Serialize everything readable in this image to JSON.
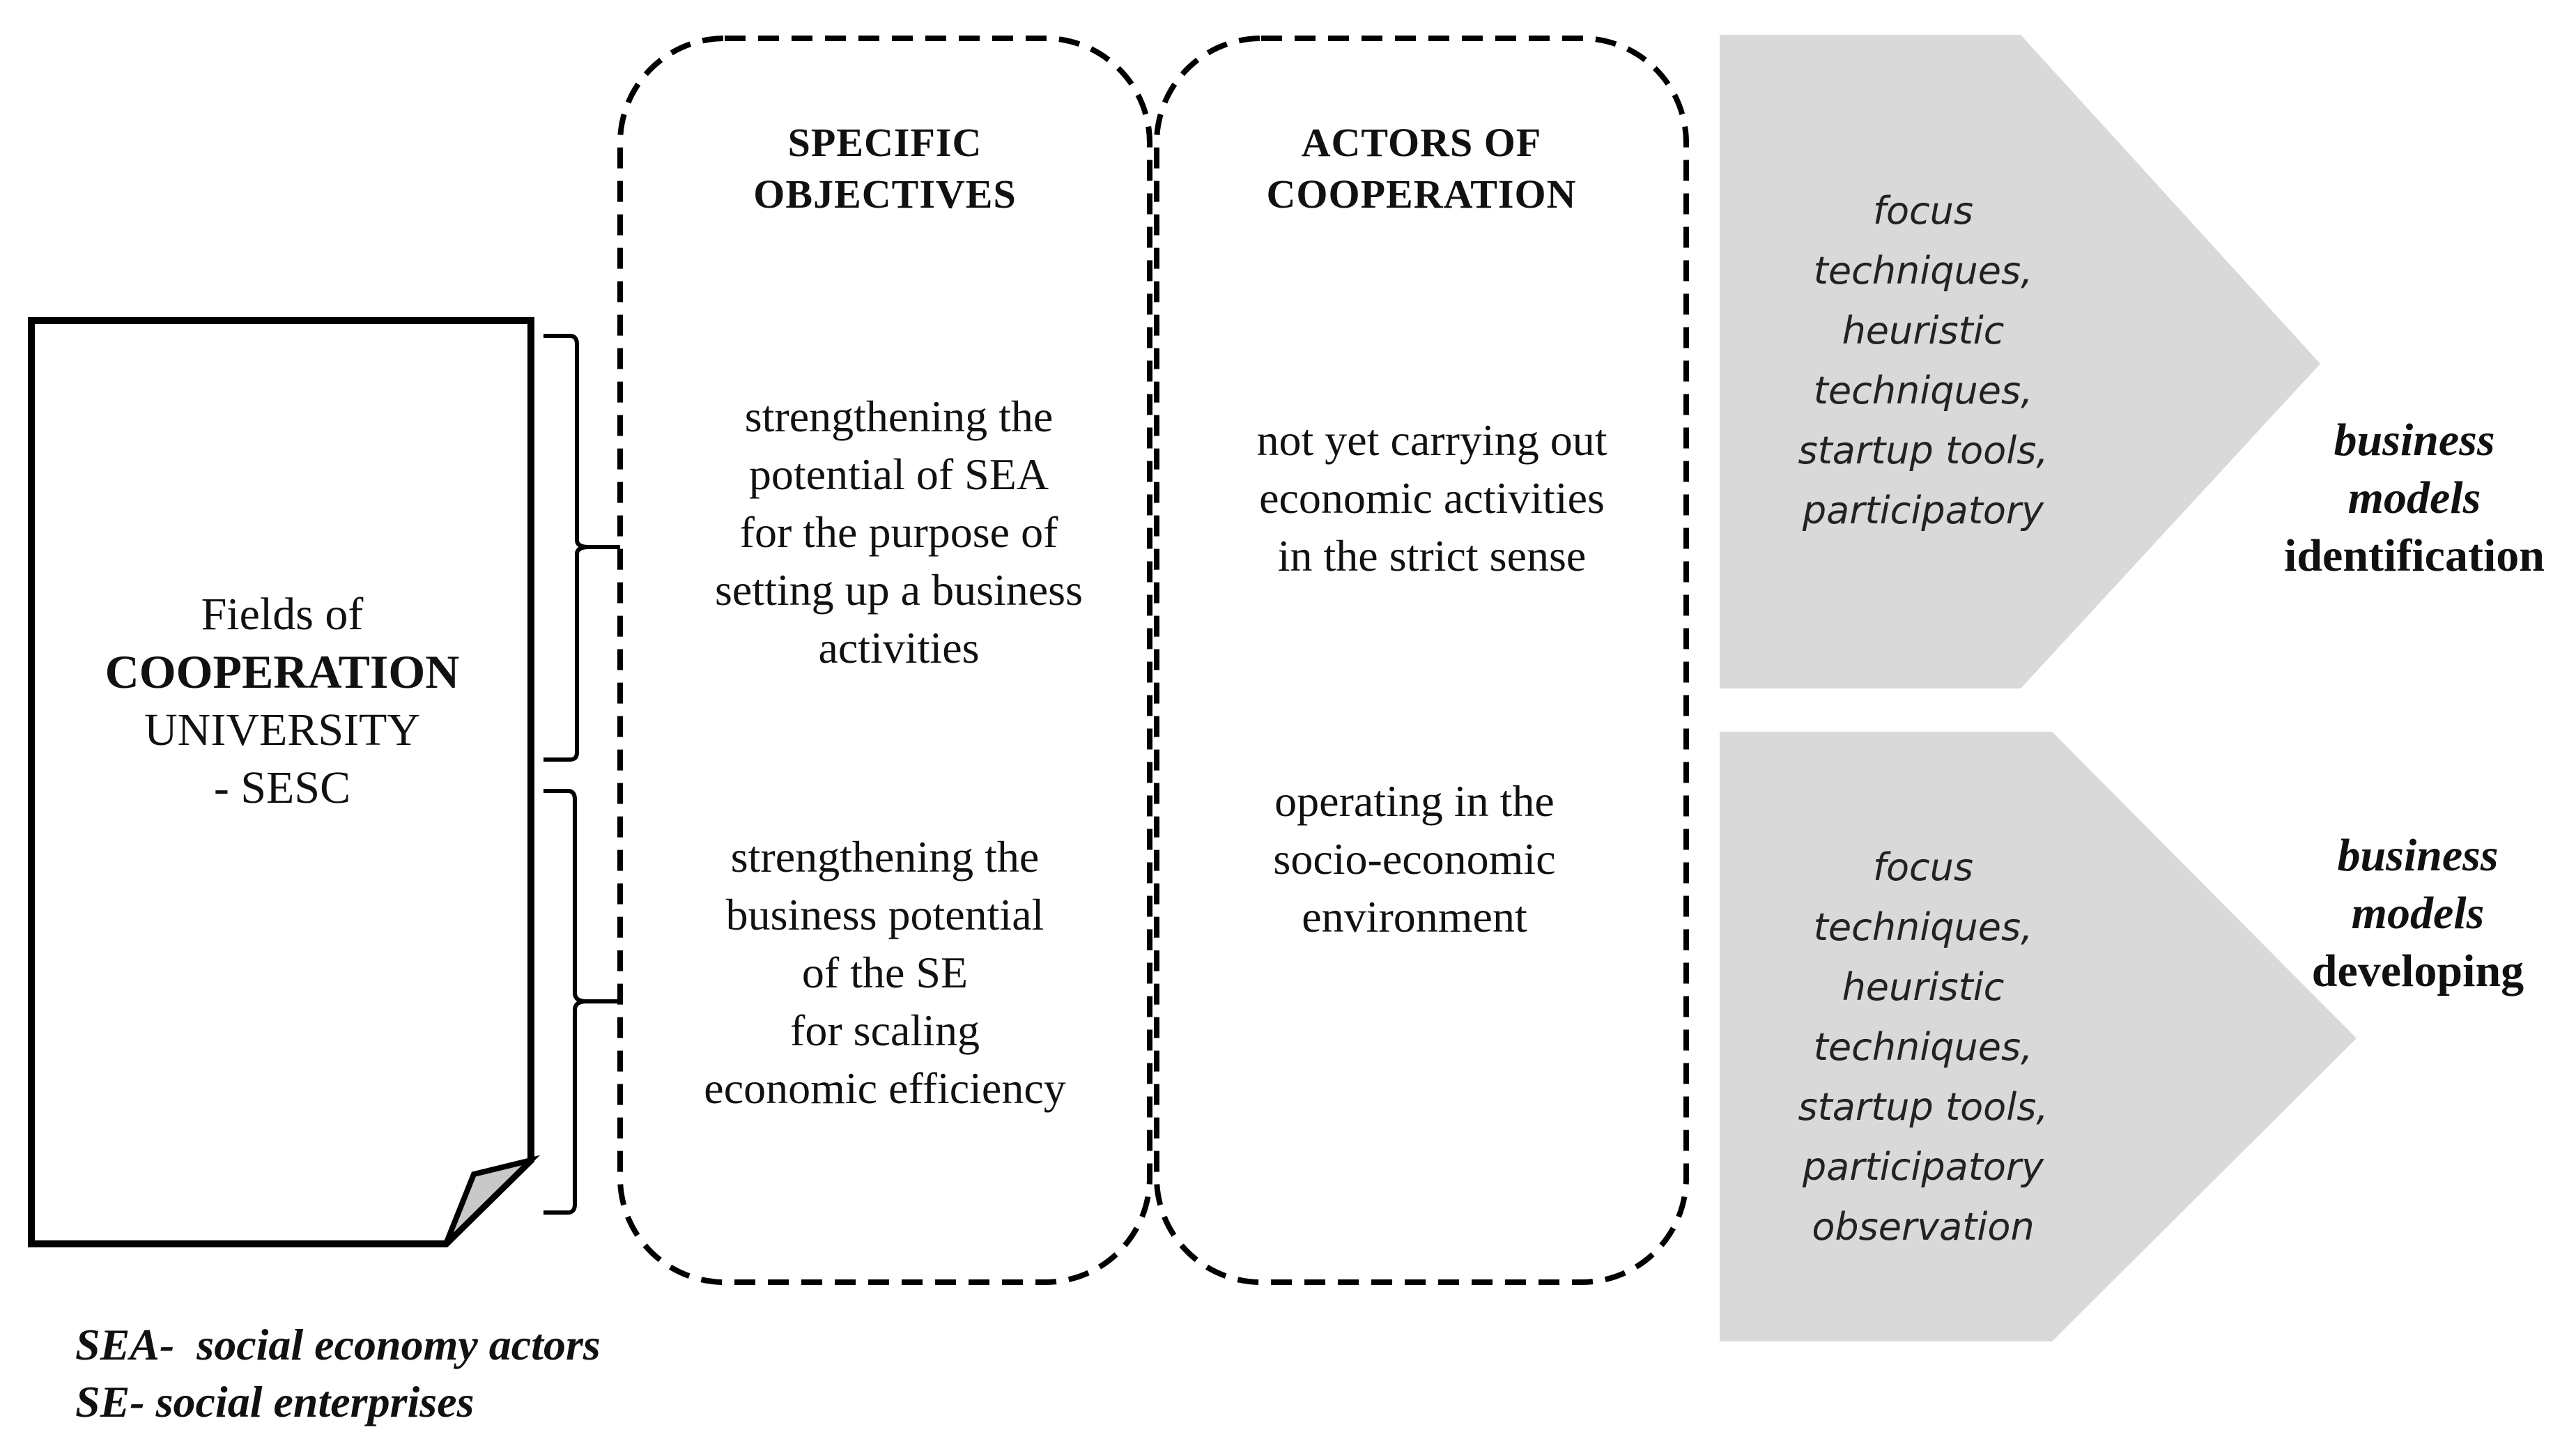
{
  "fields_box": {
    "line1": "Fields of",
    "line2": "COOPERATION",
    "line3": "UNIVERSITY",
    "line4": "- SESC"
  },
  "objectives_column": {
    "header": [
      "SPECIFIC",
      "OBJECTIVES"
    ],
    "item1": [
      "strengthening the",
      "potential of SEA",
      "for the purpose of",
      "setting up a business",
      "activities"
    ],
    "item2": [
      "strengthening the",
      "business potential",
      "of the SE",
      "for scaling",
      "economic efficiency"
    ]
  },
  "actors_column": {
    "header": [
      "ACTORS OF",
      "COOPERATION"
    ],
    "item1": [
      "not yet carrying out",
      "economic activities",
      "in the strict sense"
    ],
    "item2": [
      "operating in the",
      "socio-economic",
      "environment"
    ]
  },
  "arrows": [
    {
      "techniques": [
        "focus",
        "techniques,",
        "heuristic",
        "techniques,",
        "startup tools,",
        "participatory"
      ],
      "outcome": [
        "business",
        "models",
        "identification"
      ]
    },
    {
      "techniques": [
        "focus",
        "techniques,",
        "heuristic",
        "techniques,",
        "startup tools,",
        "participatory",
        "observation"
      ],
      "outcome": [
        "business",
        "models",
        "developing"
      ]
    }
  ],
  "legend": {
    "sea": "SEA-  social economy actors",
    "se": "SE- social enterprises"
  },
  "colors": {
    "arrow_fill": "#d9d9d9",
    "stroke": "#000000"
  }
}
